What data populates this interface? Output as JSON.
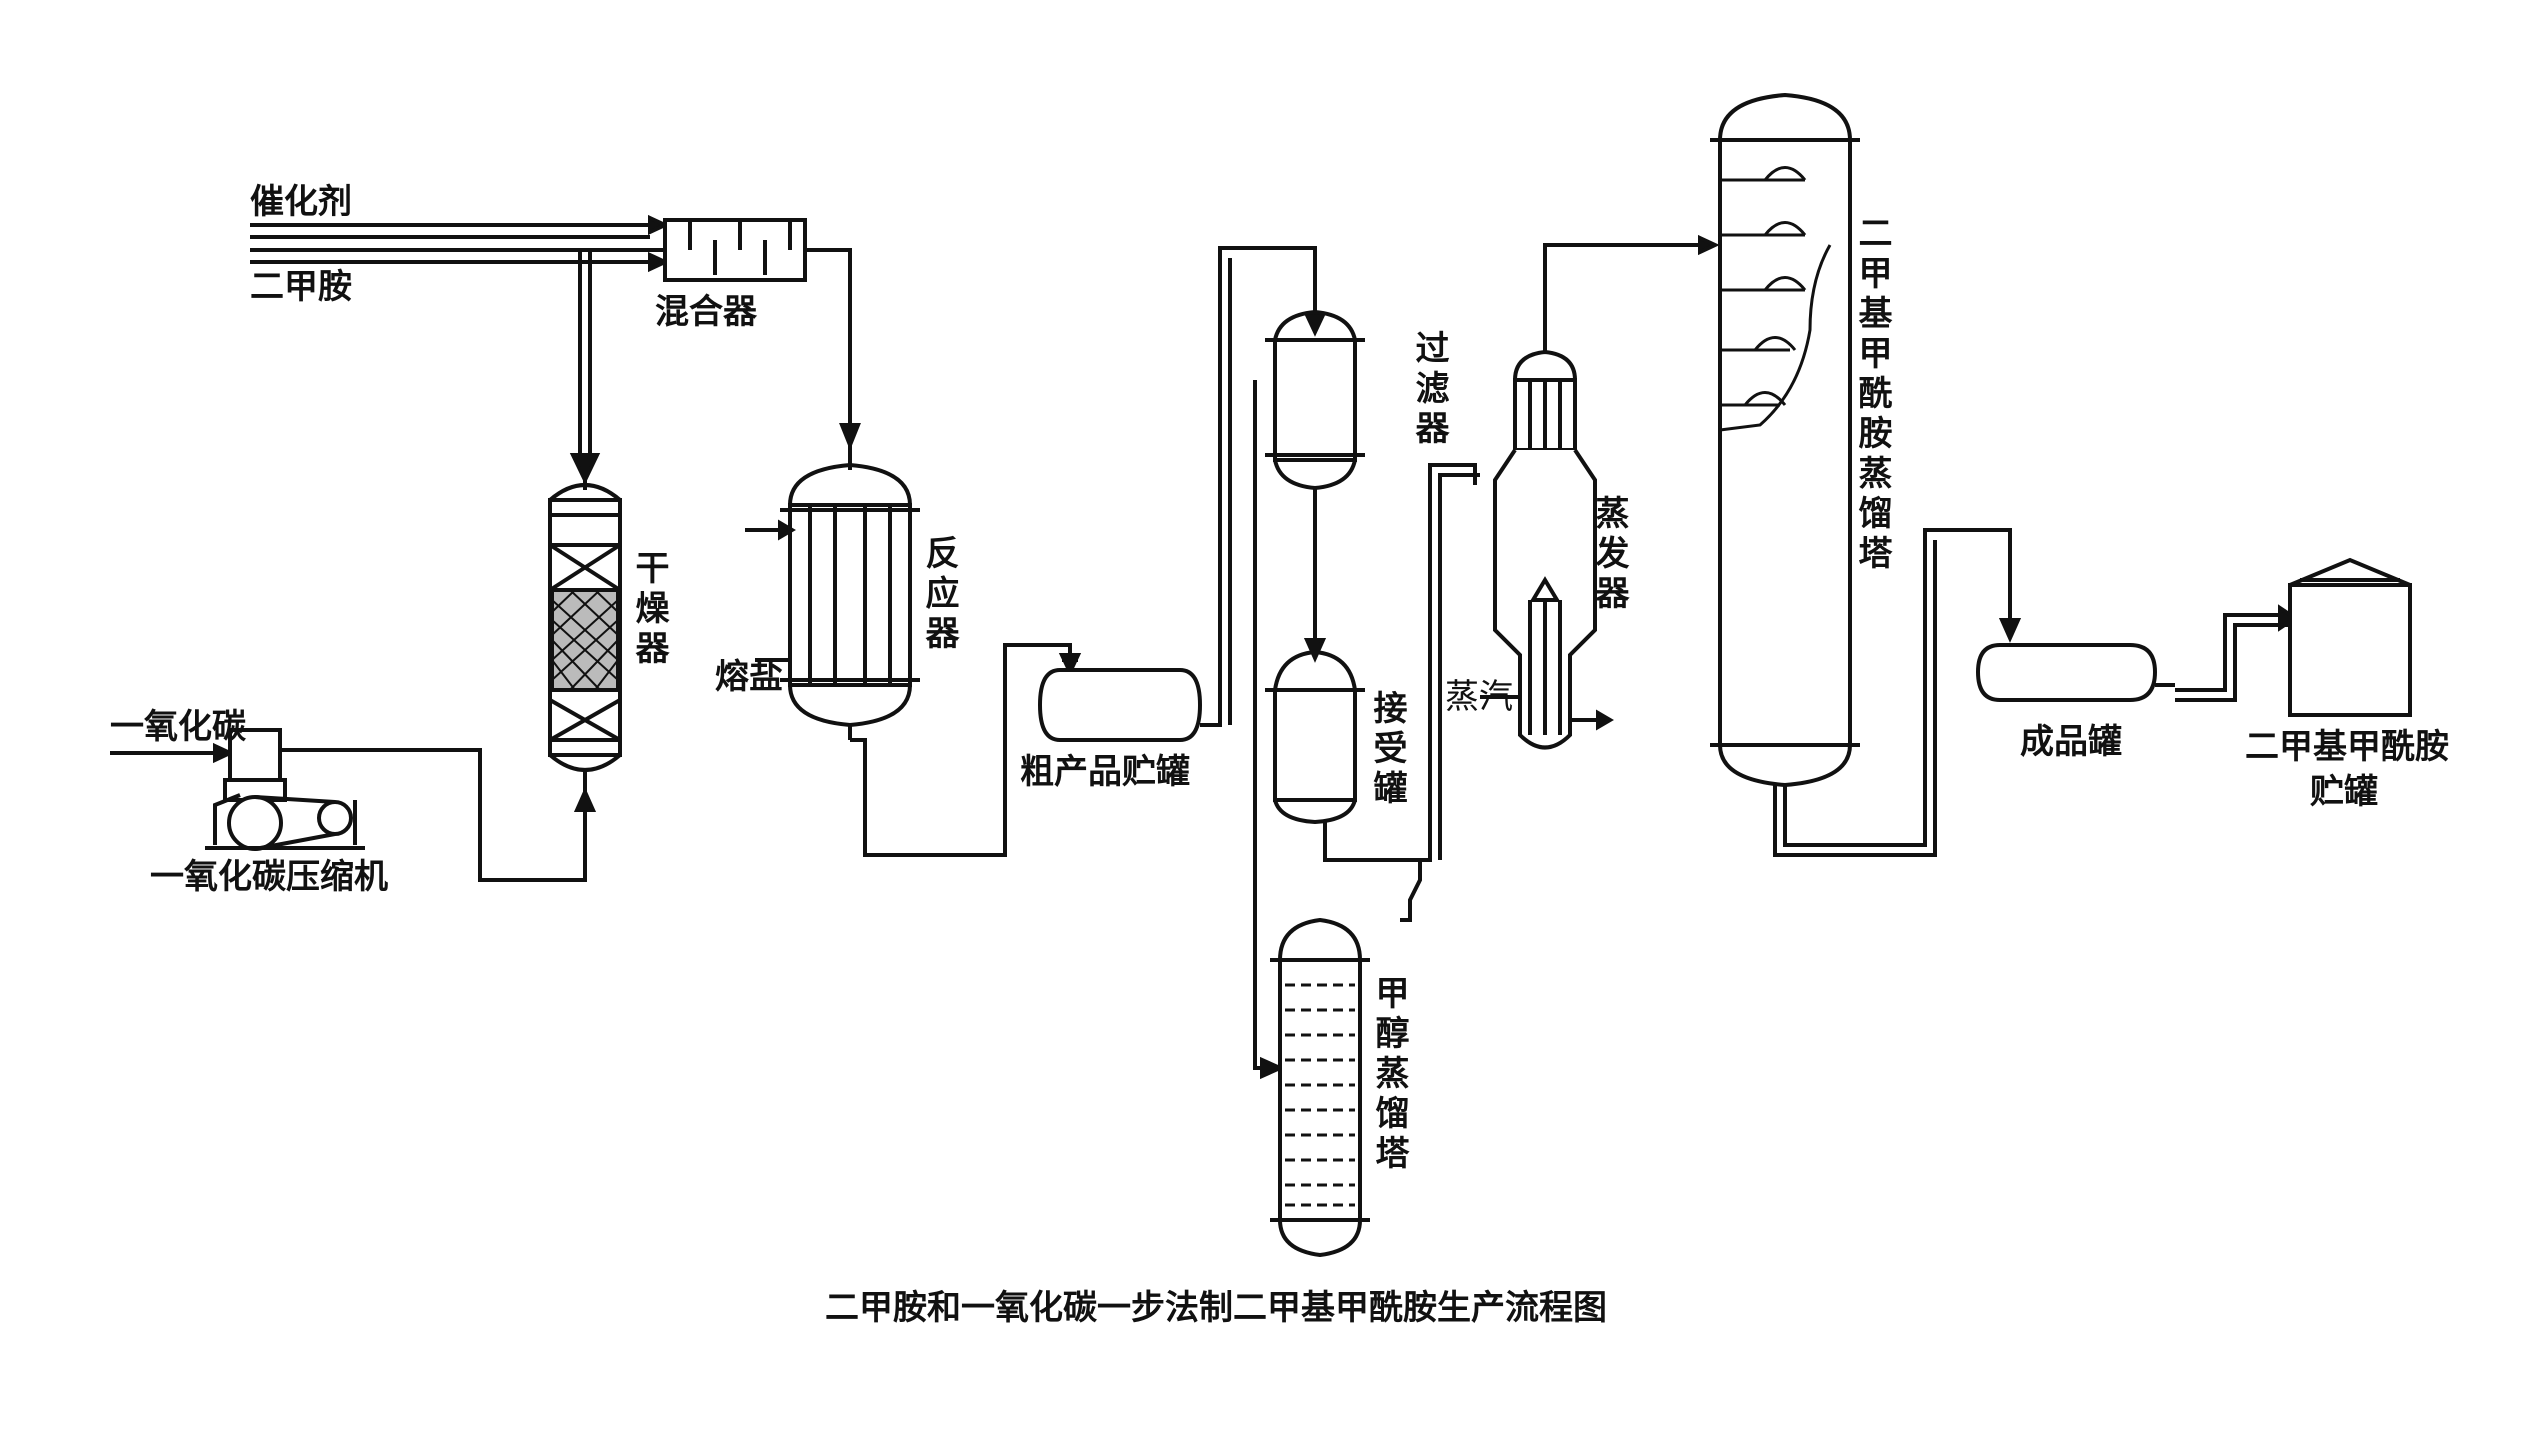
{
  "labels": {
    "catalyst": "催化剂",
    "dimethylamine": "二甲胺",
    "mixer": "混合器",
    "dryer": "干燥器",
    "reactor": "反应器",
    "molten_salt": "熔盐",
    "carbon_monoxide": "一氧化碳",
    "co_compressor": "一氧化碳压缩机",
    "crude_tank": "粗产品贮罐",
    "filter": "过滤器",
    "receiver_tank": "接受罐",
    "methanol_column": "甲醇蒸馏塔",
    "evaporator": "蒸发器",
    "steam": "蒸汽",
    "dmf_column": "二甲基甲酰胺蒸馏塔",
    "product_tank": "成品罐",
    "dmf_storage_line1": "二甲基甲酰胺",
    "dmf_storage_line2": "贮罐"
  },
  "caption": "二甲胺和一氧化碳一步法制二甲基甲酰胺生产流程图"
}
